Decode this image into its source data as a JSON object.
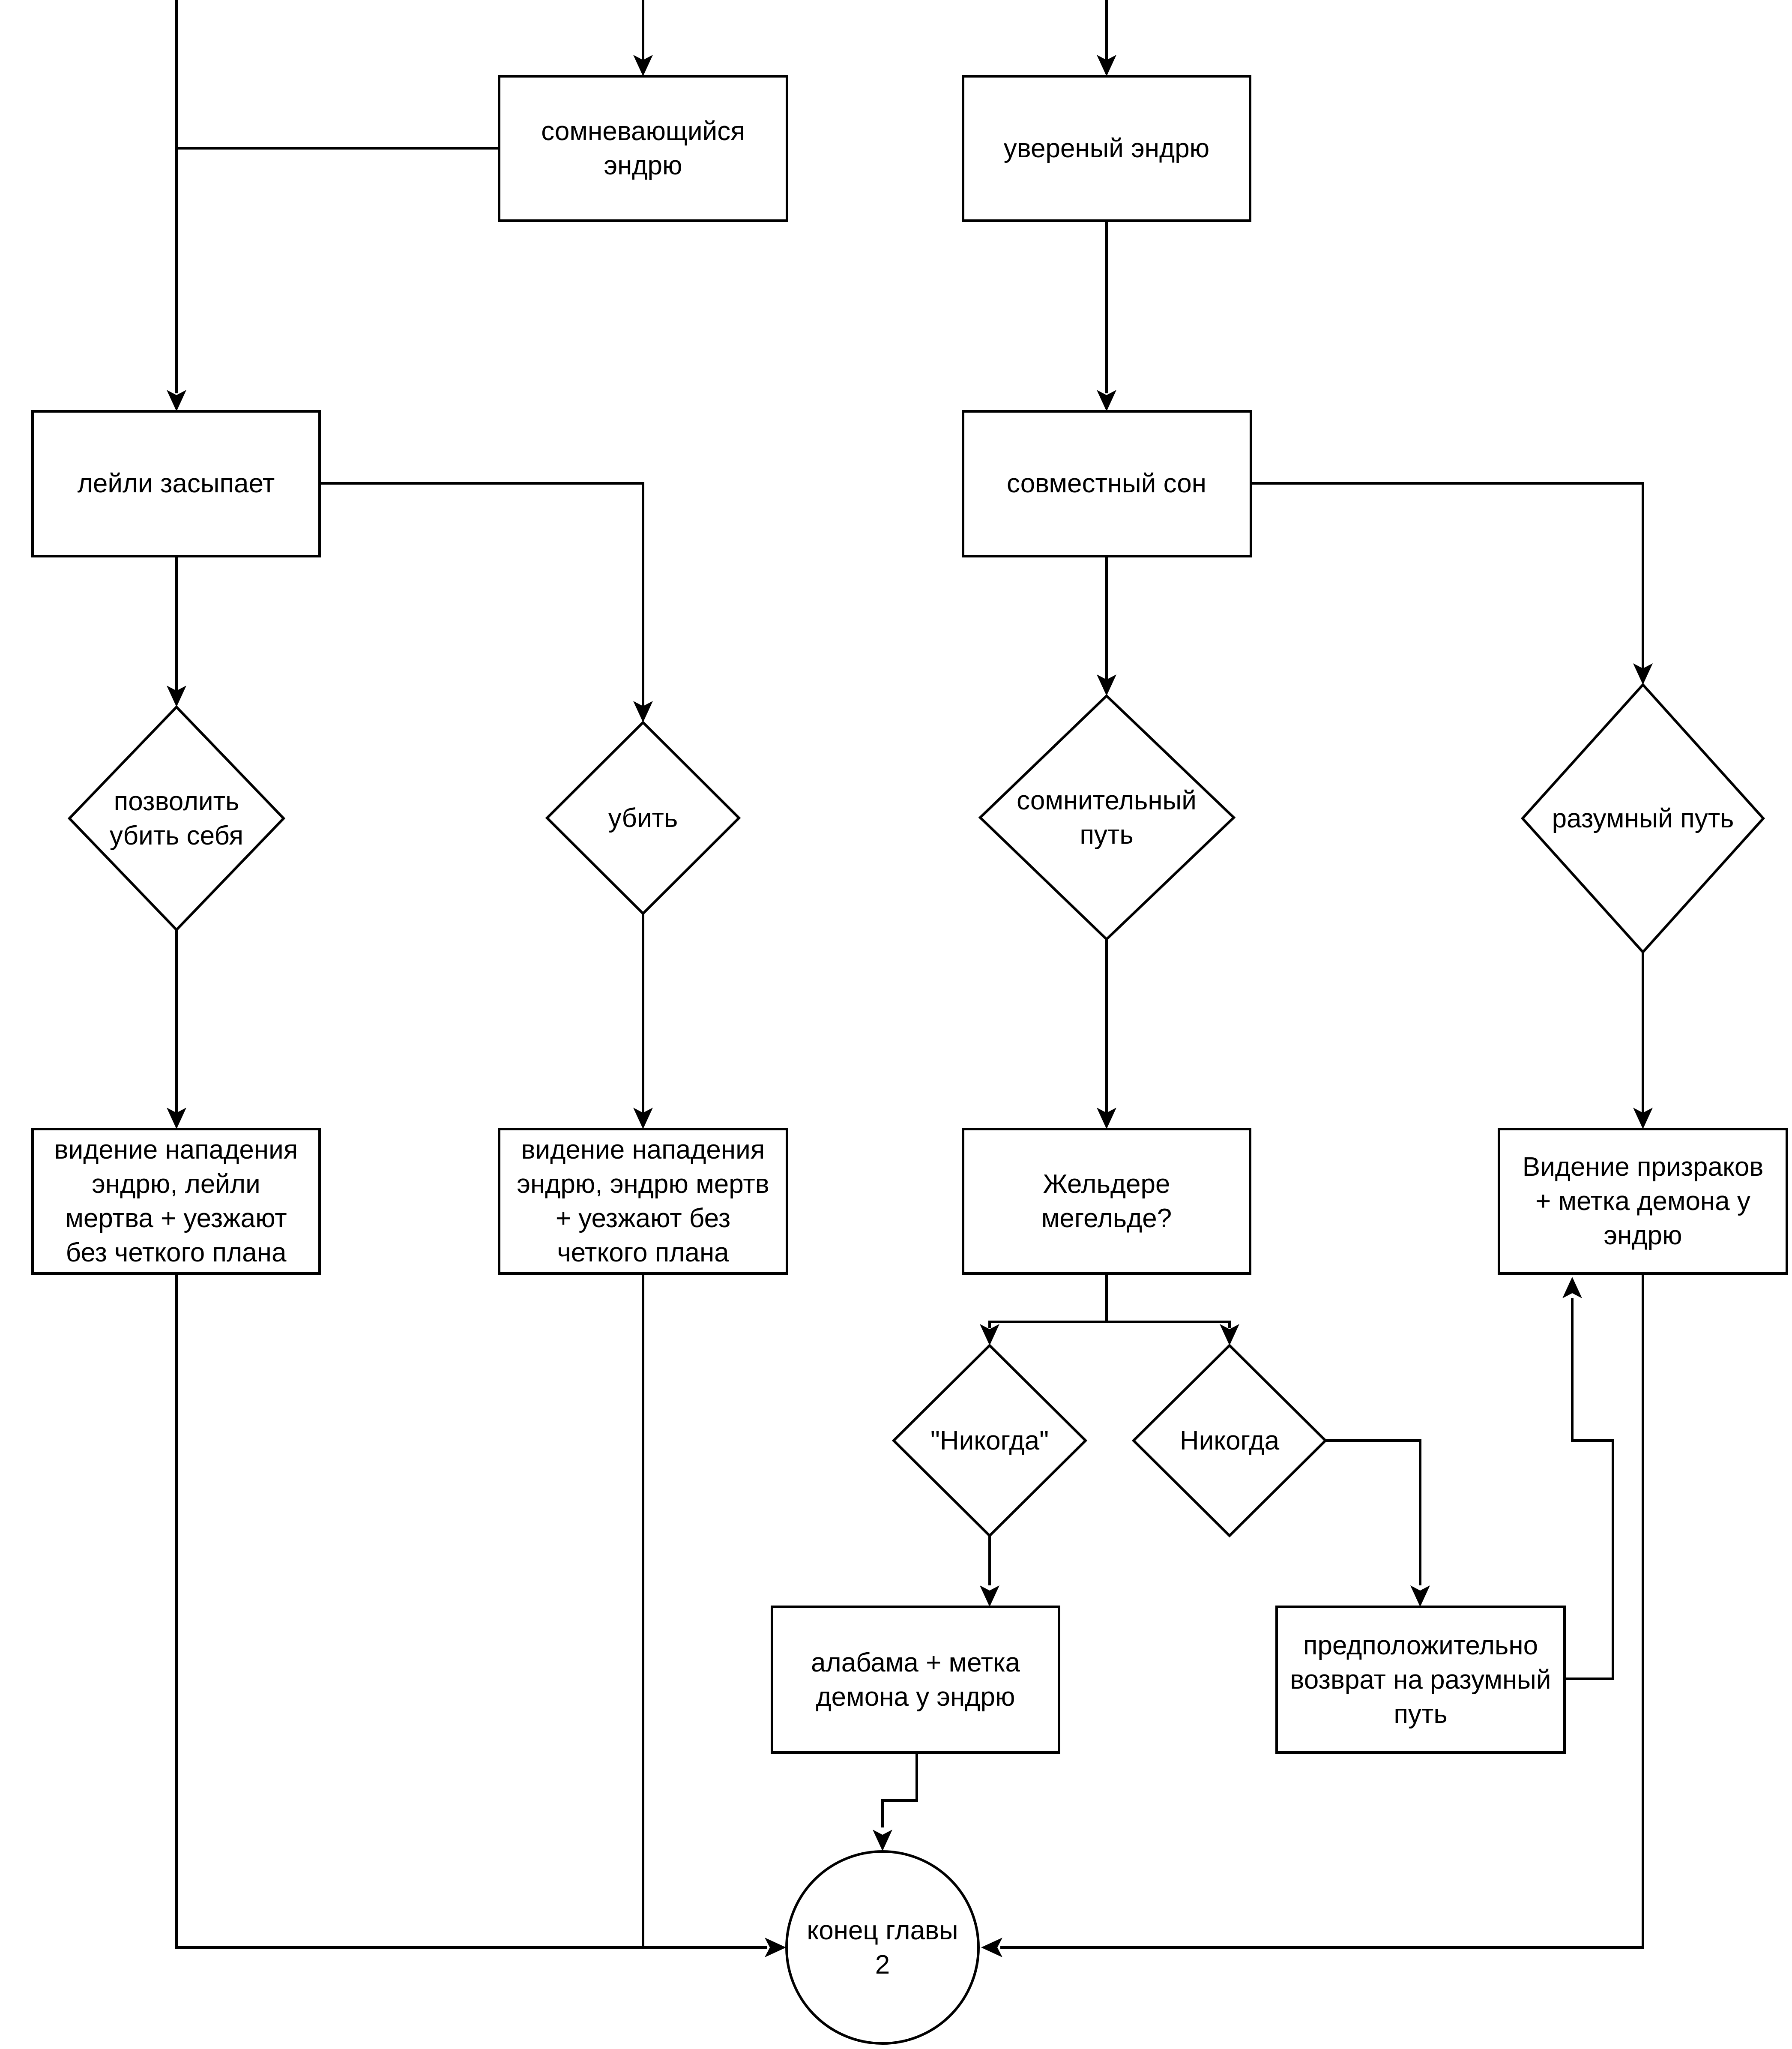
{
  "diagram": {
    "nodes": {
      "doubting_andrew": [
        "сомневающийся",
        "эндрю"
      ],
      "confident_andrew": [
        "увереный эндрю"
      ],
      "leyli_falls_asleep": [
        "лейли засыпает"
      ],
      "joint_sleep": [
        "совместный сон"
      ],
      "allow_kill_self": [
        "позволить",
        "убить себя"
      ],
      "kill": [
        "убить"
      ],
      "doubtful_path": [
        "сомнительный",
        "путь"
      ],
      "reasonable_path": [
        "разумный путь"
      ],
      "vision_leyli_dead": [
        "видение нападения",
        "эндрю, лейли",
        "мертва + уезжают",
        "без четкого плана"
      ],
      "vision_andrew_dead": [
        "видение нападения",
        "эндрю, эндрю мертв",
        "+ уезжают без",
        "четкого плана"
      ],
      "zheldere_megelde": [
        "Жельдере",
        "мегельде?"
      ],
      "vision_ghosts": [
        "Видение призраков",
        "+ метка демона у",
        "эндрю"
      ],
      "never_quoted": [
        "\"Никогда\""
      ],
      "never": [
        "Никогда"
      ],
      "alabama_mark": [
        "алабама + метка",
        "демона у эндрю"
      ],
      "presumably_return": [
        "предположительно",
        "возврат на разумный",
        "путь"
      ],
      "chapter_end": [
        "конец главы",
        "2"
      ]
    }
  }
}
